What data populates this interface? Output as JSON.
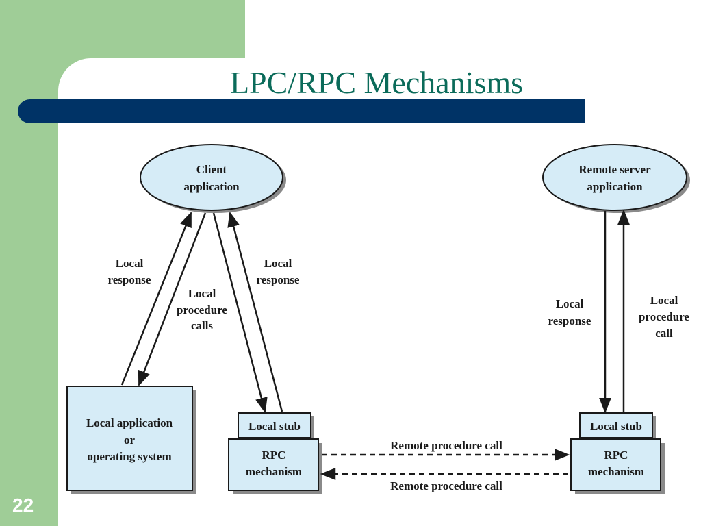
{
  "slide": {
    "title": "LPC/RPC Mechanisms",
    "number": "22"
  },
  "colors": {
    "frame_green": "#9fcd97",
    "title_bar": "#003366",
    "title_text": "#0b6b5a",
    "node_fill": "#d6ecf7",
    "node_shadow": "#8a8a8a"
  },
  "diagram": {
    "nodes": {
      "client_app": {
        "line1": "Client",
        "line2": "application"
      },
      "remote_app": {
        "line1": "Remote server",
        "line2": "application"
      },
      "local_os": {
        "line1": "Local application",
        "line2": "or",
        "line3": "operating system"
      },
      "client_stub": {
        "label": "Local stub"
      },
      "client_rpc": {
        "line1": "RPC",
        "line2": "mechanism"
      },
      "server_stub": {
        "label": "Local stub"
      },
      "server_rpc": {
        "line1": "RPC",
        "line2": "mechanism"
      }
    },
    "edge_labels": {
      "left_response": {
        "line1": "Local",
        "line2": "response"
      },
      "left_calls": {
        "line1": "Local",
        "line2": "procedure",
        "line3": "calls"
      },
      "mid_response": {
        "line1": "Local",
        "line2": "response"
      },
      "right_response": {
        "line1": "Local",
        "line2": "response"
      },
      "right_call": {
        "line1": "Local",
        "line2": "procedure",
        "line3": "call"
      },
      "rpc_call_top": "Remote procedure call",
      "rpc_call_bottom": "Remote procedure call"
    }
  }
}
